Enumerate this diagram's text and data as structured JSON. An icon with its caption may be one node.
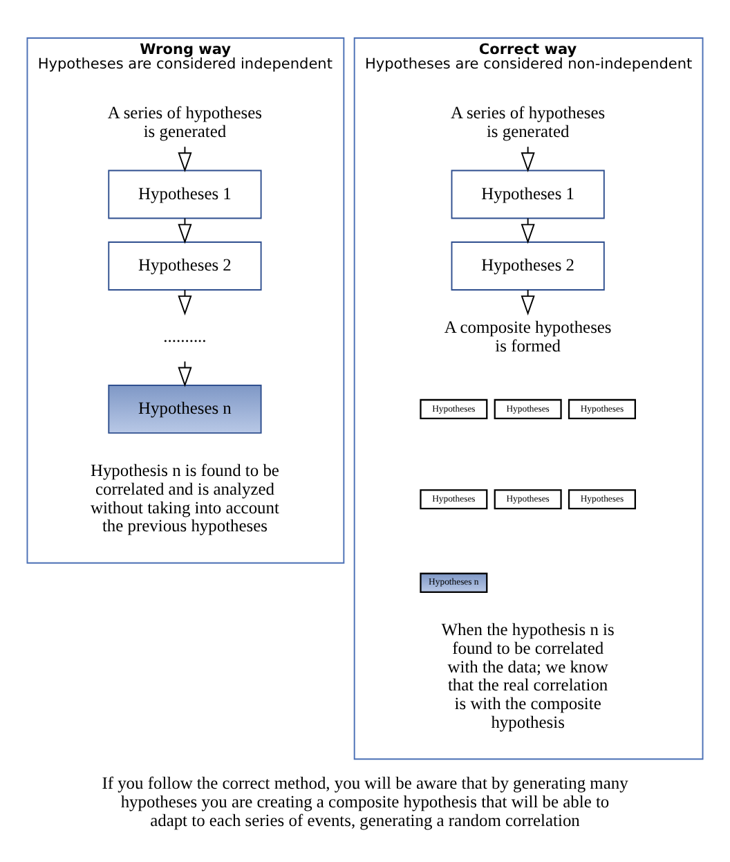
{
  "diagram": {
    "caption": "If you follow the correct method, you will be aware that by generating many hypotheses you are creating a composite hypothesis that will be able to adapt to each series of events, generating a random correlation",
    "nodes": [
      {
        "text": [
          "Wrong way",
          "Hypotheses are considered independent"
        ]
      },
      {
        "text": [
          "A series of hypotheses is generated"
        ],
        "in": 0
      },
      {
        "text": [
          "Hypotheses 1"
        ],
        "in": 0
      },
      {
        "text": [
          "Hypotheses 2"
        ],
        "in": 0
      },
      {
        "text": [
          ".........."
        ],
        "in": 0
      },
      {
        "text": [
          "Hypotheses n"
        ],
        "in": 0
      },
      {
        "text": [
          "Hypothesis n is found to be correlated and is analyzed without taking into account the previous hypotheses"
        ],
        "in": 0
      },
      {
        "text": [
          "Correct way",
          "Hypotheses are considered non-independent"
        ]
      },
      {
        "text": [
          "A series of hypotheses is generated"
        ],
        "in": 7
      },
      {
        "text": [
          "Hypotheses 1"
        ],
        "in": 7
      },
      {
        "text": [
          "Hypotheses 2"
        ],
        "in": 7
      },
      {
        "text": [
          "A composite hypotheses is formed"
        ],
        "in": 7
      },
      {
        "text": [
          "Hypotheses"
        ],
        "in": 7
      },
      {
        "text": [
          "Hypotheses"
        ],
        "in": 7
      },
      {
        "text": [
          "Hypotheses"
        ],
        "in": 7
      },
      {
        "text": [
          "Hypotheses"
        ],
        "in": 7
      },
      {
        "text": [
          "Hypotheses"
        ],
        "in": 7
      },
      {
        "text": [
          "Hypotheses"
        ],
        "in": 7
      },
      {
        "text": [
          "Hypotheses n"
        ],
        "in": 7
      },
      {
        "text": [
          "When the hypothesis n is found to be correlated with the data; we know that the real correlation is with the composite hypothesis"
        ],
        "in": 7
      }
    ],
    "edges": [
      {
        "from": 1,
        "to": 2,
        "arrow": "to"
      },
      {
        "from": 2,
        "to": 3,
        "arrow": "to"
      },
      {
        "from": 3,
        "to": 4,
        "arrow": "to"
      },
      {
        "from": 4,
        "to": 5,
        "arrow": "to"
      },
      {
        "from": 8,
        "to": 9,
        "arrow": "to"
      },
      {
        "from": 9,
        "to": 10,
        "arrow": "to"
      },
      {
        "from": 10,
        "to": 11,
        "arrow": "to"
      }
    ]
  }
}
